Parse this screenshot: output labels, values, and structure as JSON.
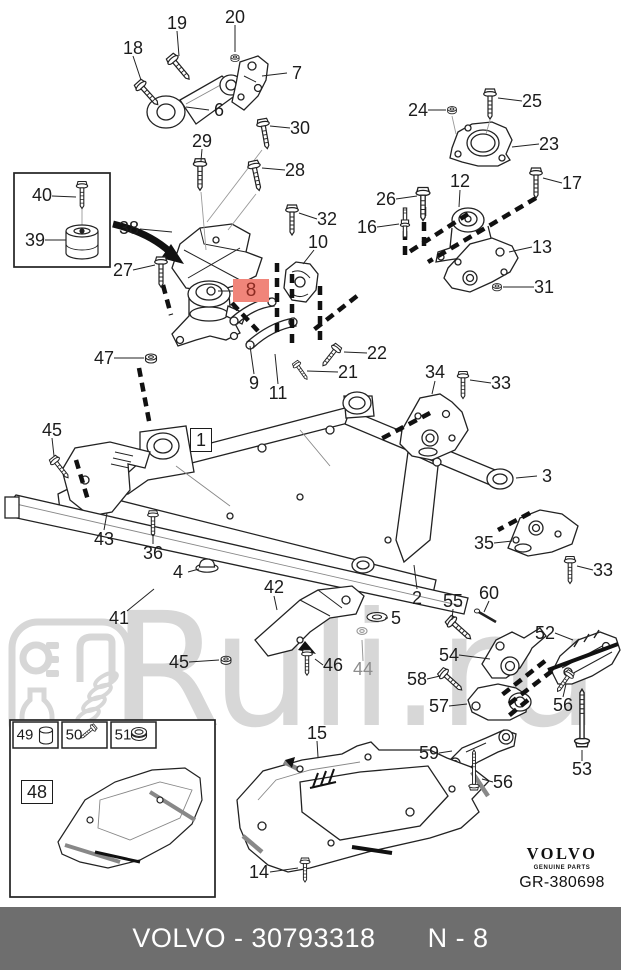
{
  "watermark": {
    "text": "Ruli.ru",
    "color": "#d7d7d7"
  },
  "highlight": {
    "value": "8",
    "bg": "#f0857a",
    "fg": "#8c2b22"
  },
  "footer": {
    "part_label": "VOLVO - 30793318",
    "page_label": "N - 8",
    "bar_color": "#6e6e6e"
  },
  "brand": {
    "logo_text": "VOLVO",
    "tagline": "GENUINE PARTS",
    "graphic_ref": "GR-380698"
  },
  "callouts": {
    "n1": "1",
    "n2": "2",
    "n3": "3",
    "n4": "4",
    "n5": "5",
    "n6": "6",
    "n7": "7",
    "n8": "8",
    "n9": "9",
    "n10": "10",
    "n11": "11",
    "n12": "12",
    "n13": "13",
    "n14": "14",
    "n15": "15",
    "n16": "16",
    "n17": "17",
    "n18": "18",
    "n19": "19",
    "n20": "20",
    "n21": "21",
    "n22": "22",
    "n23": "23",
    "n24": "24",
    "n25": "25",
    "n26": "26",
    "n27": "27",
    "n28": "28",
    "n29": "29",
    "n30": "30",
    "n31": "31",
    "n32": "32",
    "n33": "33",
    "n34": "34",
    "n35": "35",
    "n36": "36",
    "n38": "38",
    "n39": "39",
    "n40": "40",
    "n41": "41",
    "n42": "42",
    "n43": "43",
    "n44": "44",
    "n45": "45",
    "n46": "46",
    "n47": "47",
    "n48": "48",
    "n49": "49",
    "n50": "50",
    "n51": "51",
    "n52": "52",
    "n53": "53",
    "n54": "54",
    "n55": "55",
    "n56": "56",
    "n57": "57",
    "n58": "58",
    "n59": "59",
    "n60": "60"
  }
}
